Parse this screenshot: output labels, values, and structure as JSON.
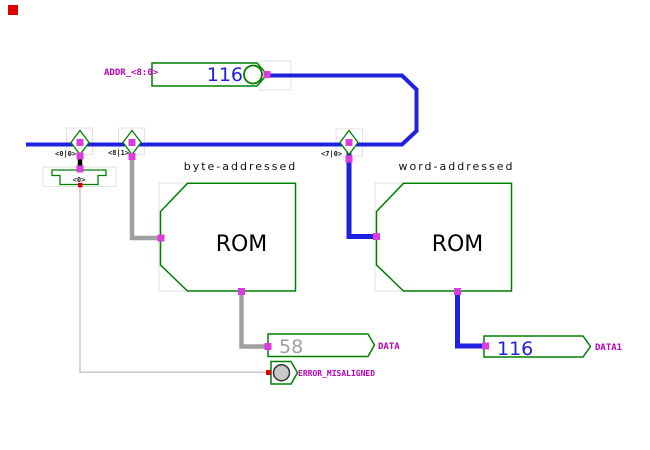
{
  "colors": {
    "wire_value_blue": "#2020e0",
    "wire_highz_gray": "#a0a0a0",
    "wire_thin_gray": "#c8c8c8",
    "component_green": "#008000",
    "connector_magenta": "#dd3cdd",
    "connector_red": "#dd0000",
    "label_magenta": "#bb00bb",
    "marker_red": "#dd0000"
  },
  "addr_pin": {
    "label": "ADDR_<8:0>",
    "value": "116"
  },
  "splitters": [
    {
      "label": "<0|0>"
    },
    {
      "label": "<8|1>"
    },
    {
      "label": "<7|0>"
    }
  ],
  "bit_check": {
    "label": "<0>"
  },
  "roms": {
    "byte": {
      "title": "byte-addressed",
      "name": "ROM"
    },
    "word": {
      "title": "word-addressed",
      "name": "ROM"
    }
  },
  "outputs": {
    "data": {
      "value": "58",
      "label": "DATA"
    },
    "error": {
      "label": "ERROR_MISALIGNED"
    },
    "data1": {
      "value": "116",
      "label": "DATA1"
    }
  }
}
